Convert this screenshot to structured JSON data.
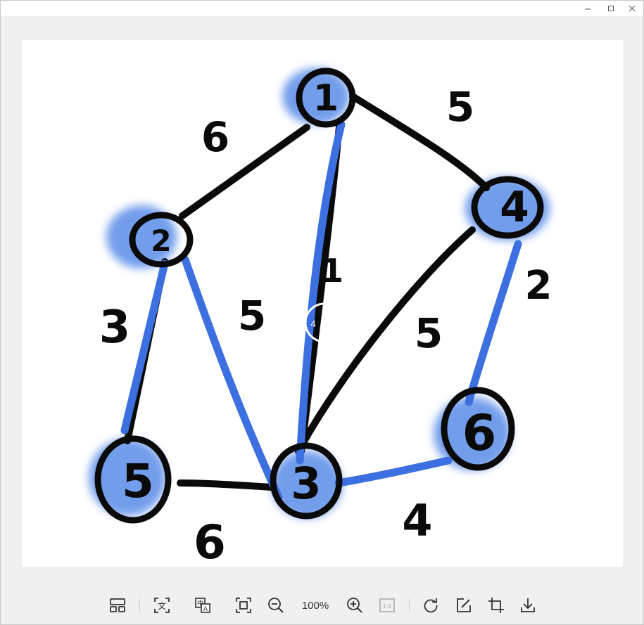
{
  "window": {
    "controls": [
      "minimize-icon",
      "maximize-icon",
      "close-icon"
    ]
  },
  "image": {
    "node_labels": [
      "1",
      "2",
      "3",
      "4",
      "5",
      "6"
    ],
    "edge_weights": [
      "6",
      "5",
      "3",
      "5",
      "1",
      "5",
      "2",
      "6",
      "4"
    ],
    "node_fill": "#4f86e8",
    "highlight_edge_color": "#3c6fe0",
    "stroke_color": "#0a0a0a"
  },
  "loading": {
    "indicator_text": "4"
  },
  "toolbar": {
    "zoom_label": "100%",
    "icons": [
      "layout-icon",
      "ocr-text-icon",
      "translate-icon",
      "fit-screen-icon",
      "zoom-out-icon",
      "zoom-in-icon",
      "actual-size-icon",
      "rotate-icon",
      "edit-icon",
      "crop-icon",
      "download-icon"
    ]
  }
}
